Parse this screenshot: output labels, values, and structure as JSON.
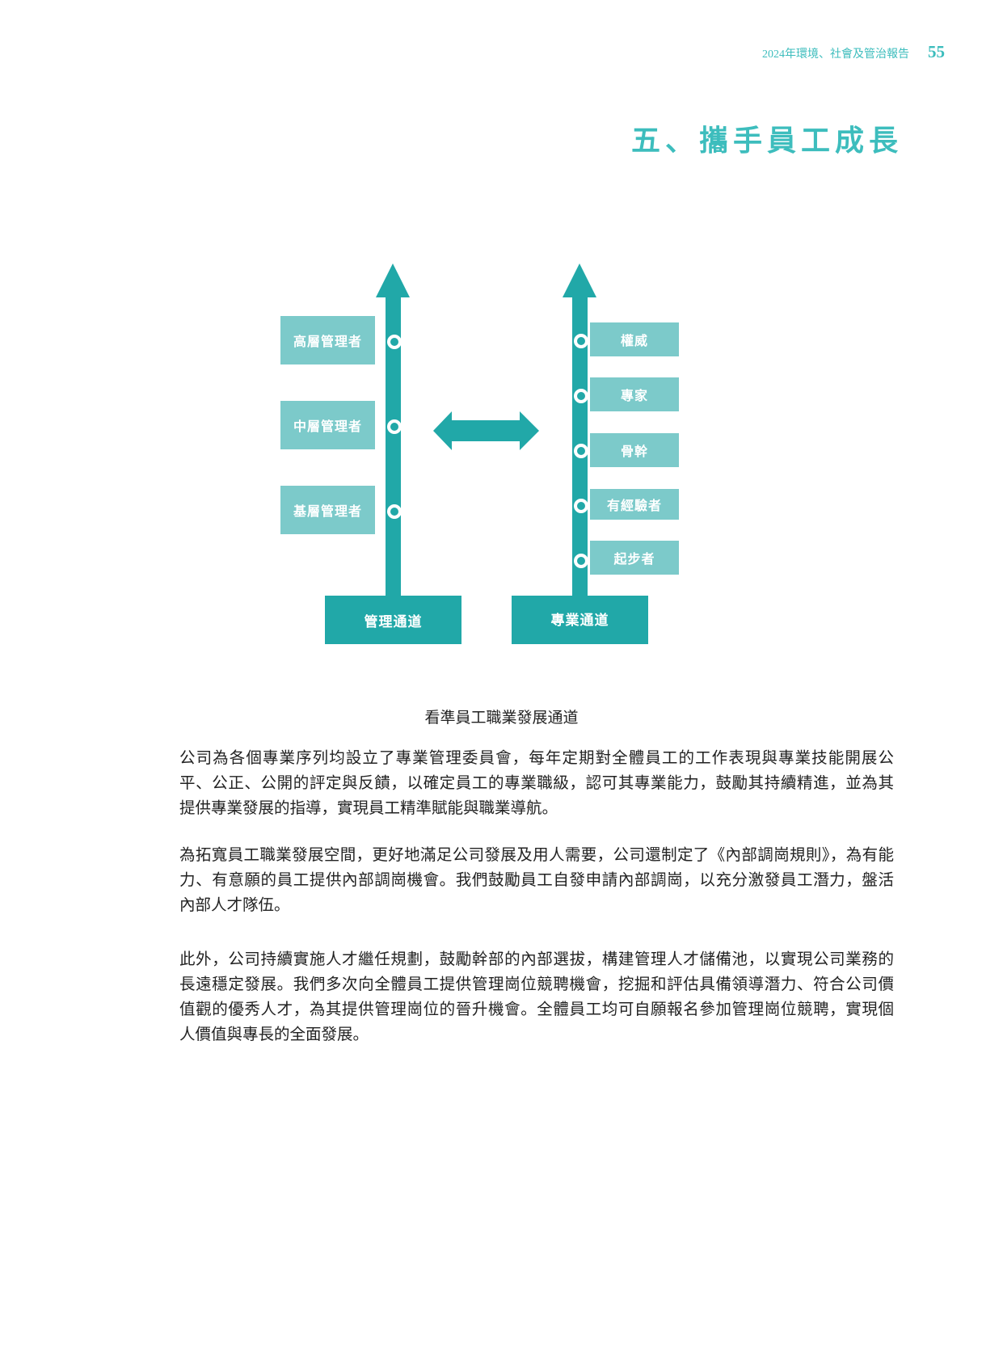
{
  "header": {
    "report_title": "2024年環境、社會及管治報告",
    "page_number": "55"
  },
  "section_title": "五、攜手員工成長",
  "diagram": {
    "management_track": {
      "label": "管理通道",
      "levels": [
        "高層管理者",
        "中層管理者",
        "基層管理者"
      ]
    },
    "professional_track": {
      "label": "專業通道",
      "levels": [
        "權威",
        "專家",
        "骨幹",
        "有經驗者",
        "起步者"
      ]
    },
    "caption": "看準員工職業發展通道",
    "colors": {
      "dark": "#21a8a8",
      "light": "#7ccaca",
      "title": "#3dbdbd"
    }
  },
  "paragraphs": [
    {
      "lines": [
        "公司為各個專業序列均設立了專業管理委員會，每年定期對全體員工的工作表現與專業技能開展公",
        "平、公正、公開的評定與反饋，以確定員工的專業職級，認可其專業能力，鼓勵其持續精進，並為其",
        "提供專業發展的指導，實現員工精準賦能與職業導航。"
      ]
    },
    {
      "lines": [
        "為拓寬員工職業發展空間，更好地滿足公司發展及用人需要，公司還制定了《內部調崗規則》，為有能",
        "力、有意願的員工提供內部調崗機會。我們鼓勵員工自發申請內部調崗，以充分激發員工潛力，盤活",
        "內部人才隊伍。"
      ]
    },
    {
      "lines": [
        "此外，公司持續實施人才繼任規劃，鼓勵幹部的內部選拔，構建管理人才儲備池，以實現公司業務的",
        "長遠穩定發展。我們多次向全體員工提供管理崗位競聘機會，挖掘和評估具備領導潛力、符合公司價",
        "值觀的優秀人才，為其提供管理崗位的晉升機會。全體員工均可自願報名參加管理崗位競聘，實現個",
        "人價值與專長的全面發展。"
      ]
    }
  ]
}
